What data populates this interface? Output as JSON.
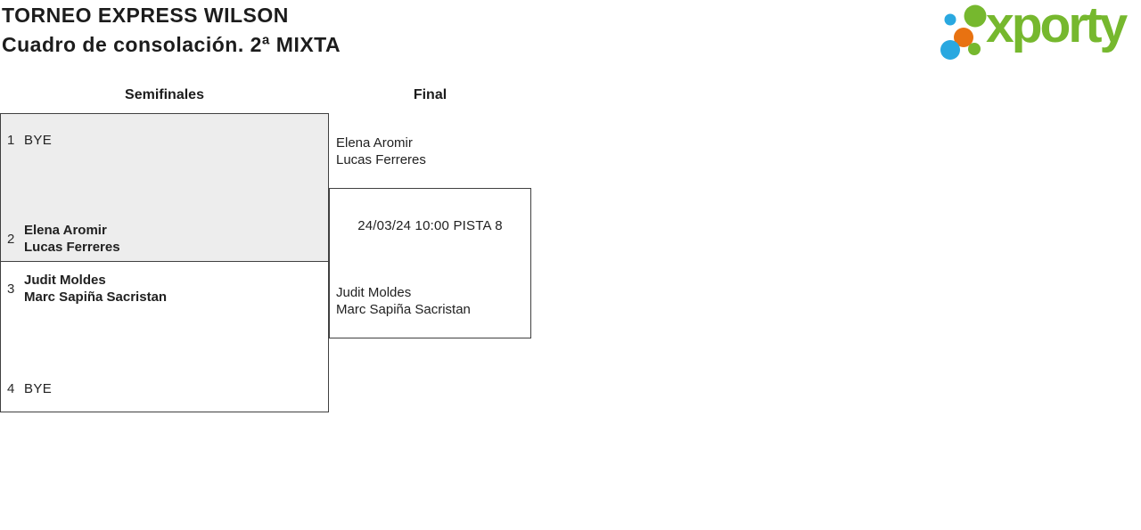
{
  "header": {
    "title": "TORNEO EXPRESS WILSON",
    "subtitle": "Cuadro de consolación. 2ª MIXTA"
  },
  "logo": {
    "brand": "xporty",
    "colors": {
      "green": "#76b82e",
      "blue": "#29a8e0",
      "orange": "#e87211"
    }
  },
  "rounds": {
    "semifinals_label": "Semifinales",
    "final_label": "Final"
  },
  "semifinal_matches": [
    {
      "slots": [
        {
          "seed": "1",
          "line1": "BYE",
          "line2": ""
        },
        {
          "seed": "2",
          "line1": "Elena Aromir",
          "line2": "Lucas Ferreres"
        }
      ]
    },
    {
      "slots": [
        {
          "seed": "3",
          "line1": "Judit Moldes",
          "line2": "Marc Sapiña Sacristan"
        },
        {
          "seed": "4",
          "line1": "BYE",
          "line2": ""
        }
      ]
    }
  ],
  "final_match": {
    "top_line1": "Elena Aromir",
    "top_line2": "Lucas Ferreres",
    "schedule": "24/03/24 10:00 PISTA 8",
    "bottom_line1": "Judit Moldes",
    "bottom_line2": "Marc Sapiña Sacristan"
  }
}
